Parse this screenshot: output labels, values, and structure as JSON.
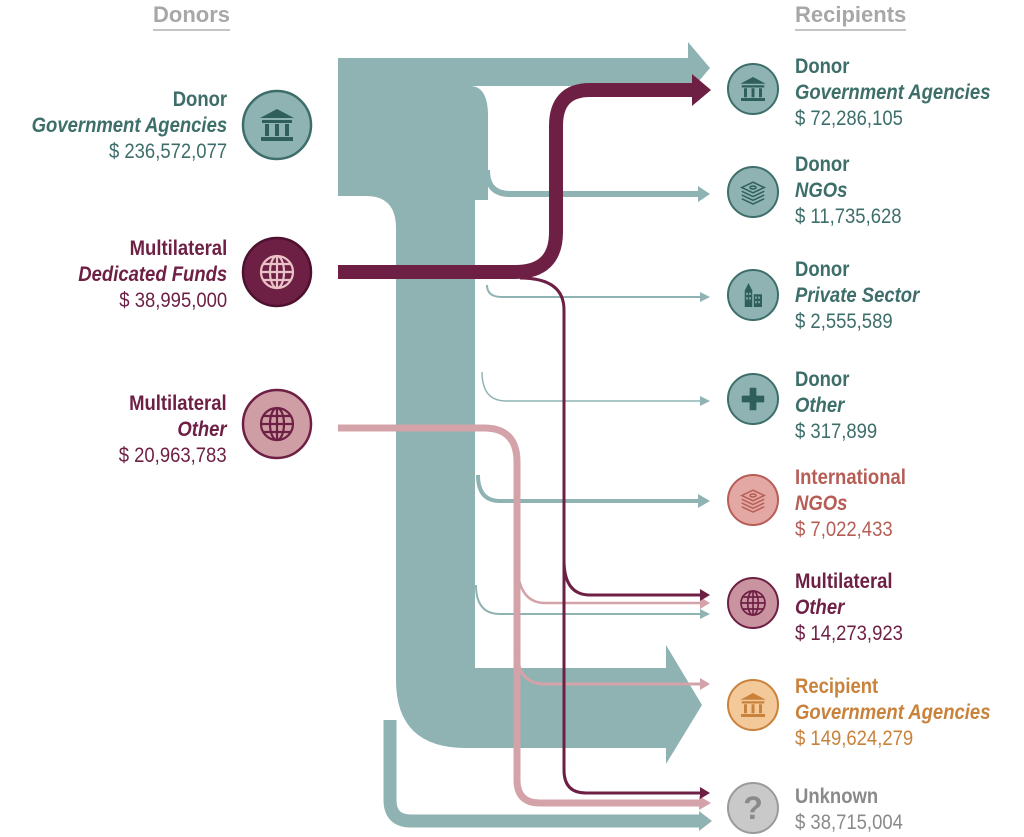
{
  "header": {
    "donors": "Donors",
    "recipients": "Recipients"
  },
  "colors": {
    "teal": "#8fb3b3",
    "teal_dark": "#3d6e6a",
    "plum": "#6e1f44",
    "rose": "#d3a3a9",
    "rose_dark": "#b65d56",
    "orange": "#c9823c",
    "gray": "#9a9a9a"
  },
  "donors": [
    {
      "line1": "Donor",
      "line2": "Government Agencies",
      "amount": "$ 236,572,077",
      "icon": "bank-icon"
    },
    {
      "line1": "Multilateral",
      "line2": "Dedicated Funds",
      "amount": "$ 38,995,000",
      "icon": "globe-icon"
    },
    {
      "line1": "Multilateral",
      "line2": "Other",
      "amount": "$ 20,963,783",
      "icon": "globe-icon"
    }
  ],
  "recipients": [
    {
      "line1": "Donor",
      "line2": "Government Agencies",
      "amount": "$ 72,286,105",
      "icon": "bank-icon"
    },
    {
      "line1": "Donor",
      "line2": "NGOs",
      "amount": "$ 11,735,628",
      "icon": "money-stack-icon"
    },
    {
      "line1": "Donor",
      "line2": "Private Sector",
      "amount": "$ 2,555,589",
      "icon": "buildings-icon"
    },
    {
      "line1": "Donor",
      "line2": "Other",
      "amount": "$ 317,899",
      "icon": "plus-icon"
    },
    {
      "line1": "International",
      "line2": "NGOs",
      "amount": "$ 7,022,433",
      "icon": "money-stack-icon"
    },
    {
      "line1": "Multilateral",
      "line2": "Other",
      "amount": "$ 14,273,923",
      "icon": "globe-icon"
    },
    {
      "line1": "Recipient",
      "line2": "Government Agencies",
      "amount": "$ 149,624,279",
      "icon": "bank-icon"
    },
    {
      "line1": "Unknown",
      "line2": "",
      "amount": "$ 38,715,004",
      "icon": "question-icon"
    }
  ]
}
